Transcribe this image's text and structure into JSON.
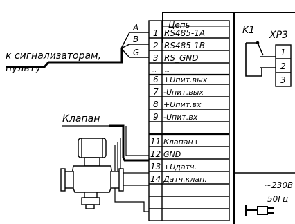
{
  "caption_left": {
    "line1": "к сигнализаторам,",
    "line2": "пульту"
  },
  "wire_letters": [
    "A",
    "B",
    "G"
  ],
  "terminal_block": {
    "header": "Цепь",
    "rows": [
      {
        "num": "1",
        "label": "RS485-1A"
      },
      {
        "num": "2",
        "label": "RS485-1B"
      },
      {
        "num": "3",
        "label": "RS_GND"
      },
      {
        "num": "...",
        "label": "..."
      },
      {
        "num": "6",
        "label": "+Uпит.вых"
      },
      {
        "num": "7",
        "label": "-Uпит.вых"
      },
      {
        "num": "8",
        "label": "+Uпит.вх"
      },
      {
        "num": "9",
        "label": "-Uпит.вх"
      },
      {
        "num": "11",
        "label": "Клапан+"
      },
      {
        "num": "12",
        "label": "GND"
      },
      {
        "num": "13",
        "label": "+Uдатч."
      },
      {
        "num": "14",
        "label": "Датч.клап."
      }
    ]
  },
  "relay": {
    "name": "K1",
    "connector": "XP3",
    "pins": [
      "1",
      "2",
      "3"
    ]
  },
  "valve": {
    "label": "Клапан"
  },
  "power": {
    "voltage": "~230В",
    "frequency": "50Гц"
  }
}
